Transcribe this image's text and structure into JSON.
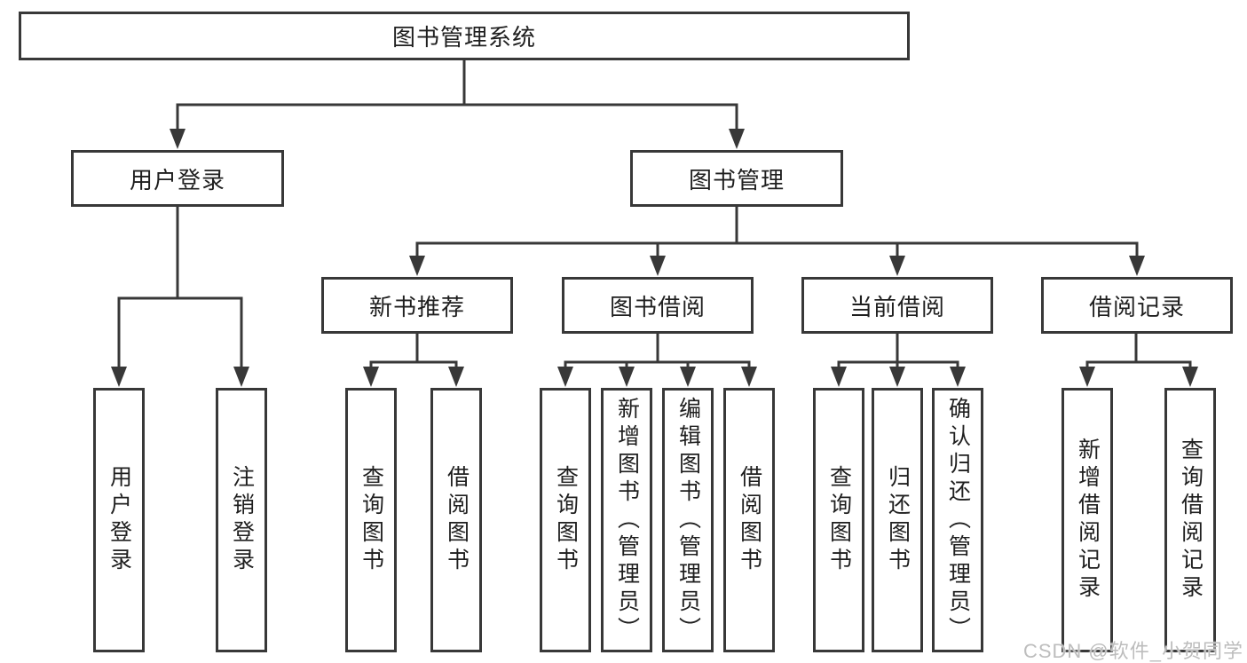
{
  "diagram": {
    "root": {
      "label": "图书管理系统"
    },
    "branches": [
      {
        "label": "用户登录",
        "children": [
          {
            "label": "用户登录"
          },
          {
            "label": "注销登录"
          }
        ]
      },
      {
        "label": "图书管理",
        "children": [
          {
            "label": "新书推荐",
            "children": [
              {
                "label": "查询图书"
              },
              {
                "label": "借阅图书"
              }
            ]
          },
          {
            "label": "图书借阅",
            "children": [
              {
                "label": "查询图书"
              },
              {
                "label": "新增图书（管理员）"
              },
              {
                "label": "编辑图书（管理员）"
              },
              {
                "label": "借阅图书"
              }
            ]
          },
          {
            "label": "当前借阅",
            "children": [
              {
                "label": "查询图书"
              },
              {
                "label": "归还图书"
              },
              {
                "label": "确认归还（管理员）"
              }
            ]
          },
          {
            "label": "借阅记录",
            "children": [
              {
                "label": "新增借阅记录"
              },
              {
                "label": "查询借阅记录"
              }
            ]
          }
        ]
      }
    ]
  },
  "watermark": {
    "text": "CSDN @软件_小贺同学"
  },
  "colors": {
    "line": "#383838",
    "box_border": "#383838",
    "box_background": "#ffffff",
    "text": "#1f1f1f",
    "watermark": "#bdbdbd",
    "page_background": "#ffffff"
  }
}
